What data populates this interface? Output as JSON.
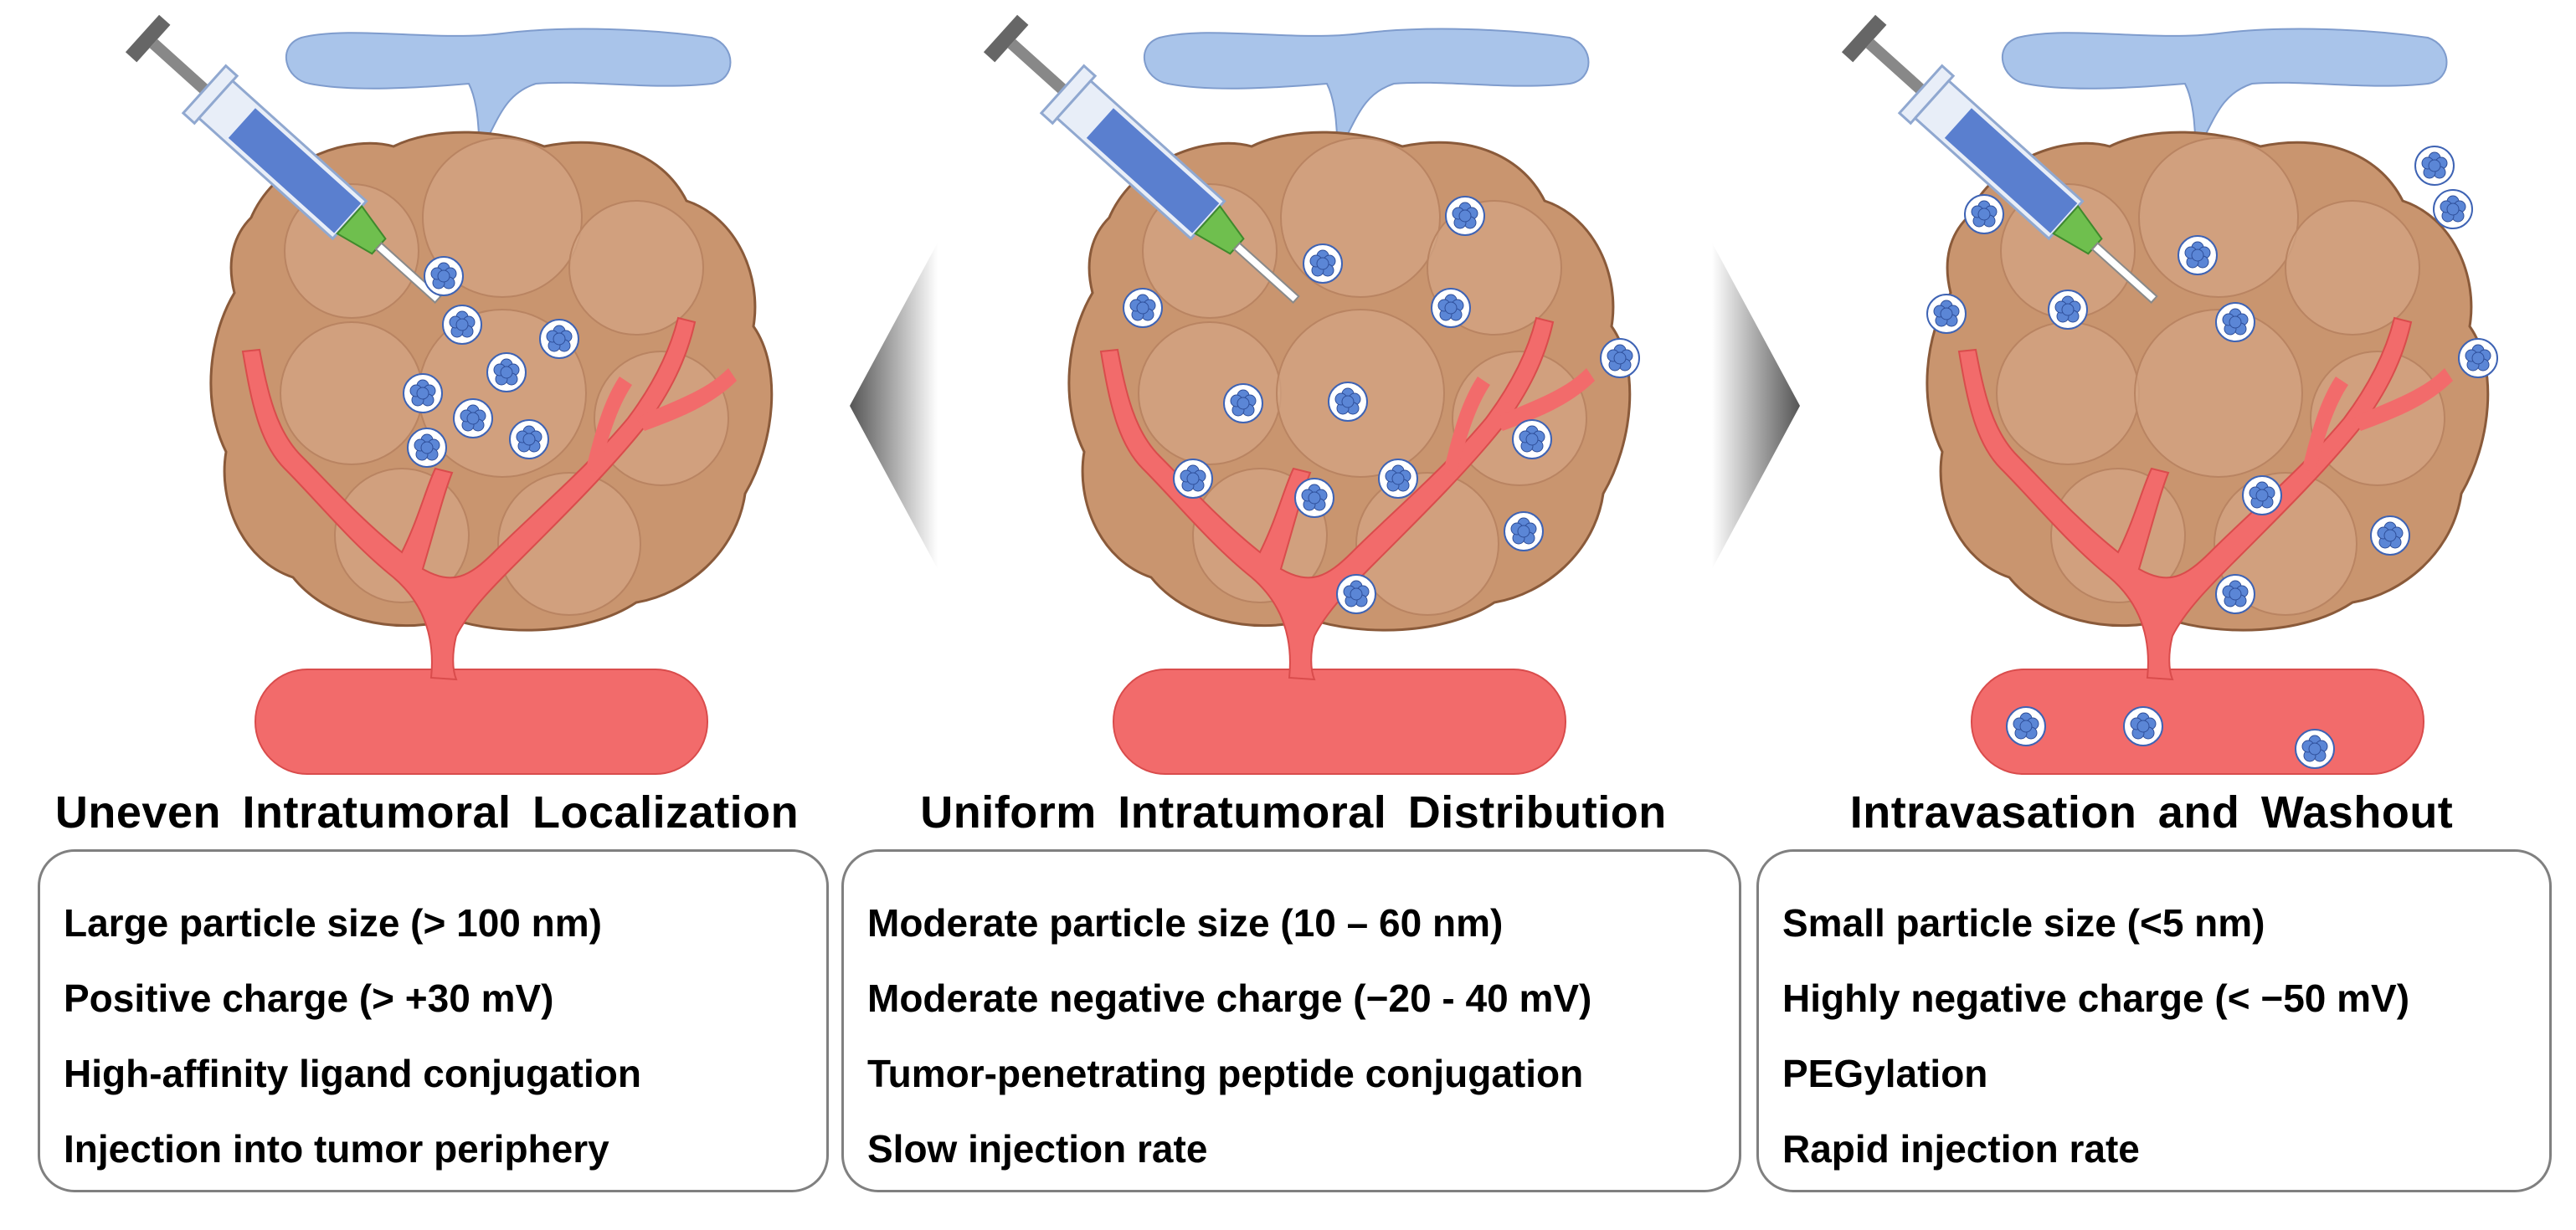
{
  "panels": [
    {
      "title": "Uneven Intratumoral Localization",
      "items": [
        "Large particle size (> 100 nm)",
        "Positive charge (> +30 mV)",
        "High-affinity ligand conjugation",
        "Injection into tumor periphery"
      ]
    },
    {
      "title": "Uniform Intratumoral Distribution",
      "items": [
        "Moderate particle size (10 – 60 nm)",
        "Moderate negative charge (−20 - 40 mV)",
        "Tumor-penetrating peptide conjugation",
        "Slow injection rate"
      ]
    },
    {
      "title": "Intravasation and Washout",
      "items": [
        "Small particle size (<5 nm)",
        "Highly negative charge (< −50 mV)",
        "PEGylation",
        "Rapid injection rate"
      ]
    }
  ],
  "colors": {
    "tumor": "#c9956f",
    "tumor_outline": "#8a5a3a",
    "artery": "#f26b6b",
    "vein": "#a9c4ea",
    "particle": "#5b86d6",
    "syringe_barrel": "#5a7fcf",
    "needle_hub": "#6fbf4e"
  }
}
